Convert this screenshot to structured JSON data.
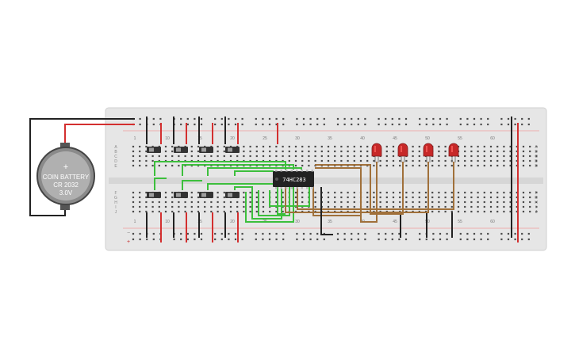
{
  "battery": {
    "plus": "+",
    "line1": "COIN BATTERY",
    "line2": "CR 2032",
    "line3": "3.0V"
  },
  "chip": {
    "label": "74HC283"
  },
  "breadboard": {
    "column_numbers": [
      "1",
      "10",
      "15",
      "20",
      "25",
      "30",
      "35",
      "40",
      "45",
      "50",
      "55",
      "60"
    ],
    "row_letters_top": [
      "A",
      "B",
      "C",
      "D",
      "E"
    ],
    "row_letters_bottom": [
      "F",
      "G",
      "H",
      "I",
      "J"
    ],
    "rail_minus": "−",
    "rail_plus": "+"
  },
  "switches": {
    "top_count": 4,
    "bottom_count": 4
  },
  "leds": {
    "count": 4,
    "color": "#c62828"
  },
  "colors": {
    "board": "#e6e6e6",
    "hole": "#4a4a4a",
    "rail_red": "#d32f2f",
    "wire_black": "#222222",
    "wire_red": "#d32f2f",
    "wire_green": "#3cbf3c",
    "wire_brown": "#a0703a",
    "battery": "#9e9e9e"
  }
}
